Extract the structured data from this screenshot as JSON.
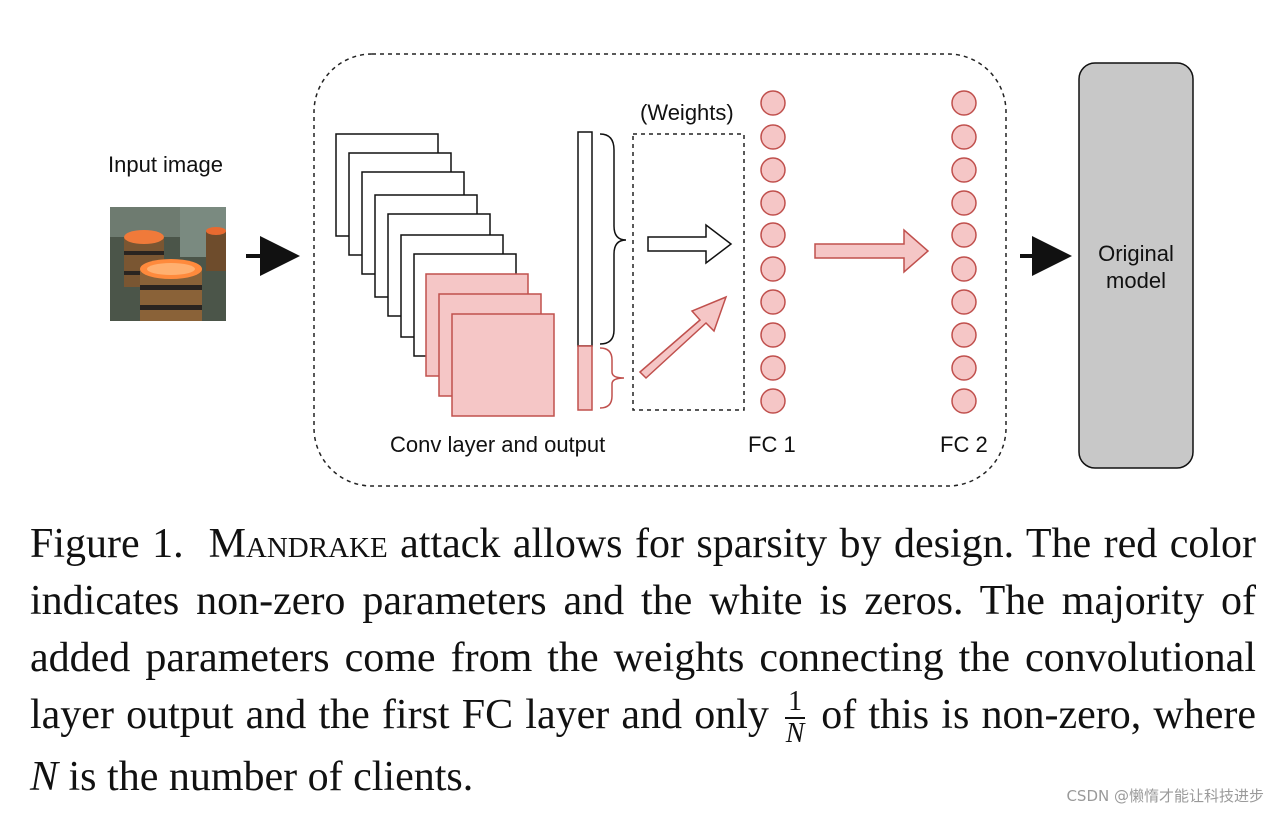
{
  "diagram": {
    "input_label": "Input image",
    "weights_label": "(Weights)",
    "conv_label": "Conv layer and output",
    "fc1_label": "FC 1",
    "fc2_label": "FC 2",
    "model_label_line1": "Original",
    "model_label_line2": "model",
    "colors": {
      "nonzero_fill": "#f5c6c6",
      "nonzero_stroke": "#c0504d",
      "model_fill": "#c8c8c8"
    }
  },
  "caption": {
    "prefix": "Figure 1.",
    "name": "Mandrake",
    "text1": " attack allows for sparsity by design. The red color indicates non-zero parameters and the white is zeros. The majority of added parameters come from the weights connecting the convolutional layer output and the first FC layer and only ",
    "frac_num": "1",
    "frac_den": "N",
    "text2": "of this is non-zero, where ",
    "var": "N",
    "text3": " is the number of clients."
  },
  "watermark": "CSDN @懒惰才能让科技进步"
}
